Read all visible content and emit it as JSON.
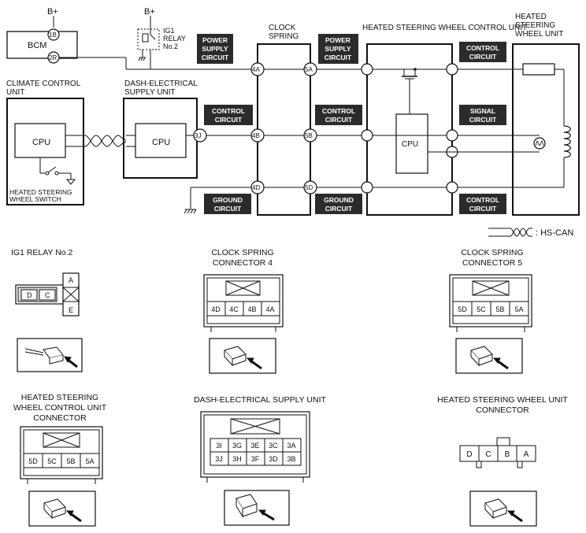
{
  "schematic": {
    "b_plus": "B+",
    "bcm": {
      "label": "BCM",
      "pin_top": "1B",
      "pin_bottom": "2R"
    },
    "ig1_relay": {
      "line1": "IG1",
      "line2": "RELAY",
      "line3": "No.2"
    },
    "clock_spring": {
      "line1": "CLOCK",
      "line2": "SPRING",
      "pins": [
        "4A",
        "4B",
        "4D",
        "5A",
        "5B",
        "5D"
      ]
    },
    "hswcu": {
      "title": "HEATED STEERING WHEEL CONTROL UNIT",
      "cpu": "CPU"
    },
    "hswu": {
      "line1": "HEATED",
      "line2": "STEERING",
      "line3": "WHEEL UNIT"
    },
    "climate": {
      "line1": "CLIMATE CONTROL",
      "line2": "UNIT",
      "cpu": "CPU",
      "switch1": "HEATED STEERING",
      "switch2": "WHEEL SWITCH"
    },
    "dash": {
      "line1": "DASH-ELECTRICAL",
      "line2": "SUPPLY UNIT",
      "cpu": "CPU",
      "pin": "3J"
    },
    "tags": {
      "power1_a": "POWER",
      "power1_b": "SUPPLY",
      "power1_c": "CIRCUIT",
      "power2_a": "POWER",
      "power2_b": "SUPPLY",
      "power2_c": "CIRCUIT",
      "control1_a": "CONTROL",
      "control1_b": "CIRCUIT",
      "control2_a": "CONTROL",
      "control2_b": "CIRCUIT",
      "control3_a": "CONTROL",
      "control3_b": "CIRCUIT",
      "control4_a": "CONTROL",
      "control4_b": "CIRCUIT",
      "signal_a": "SIGNAL",
      "signal_b": "CIRCUIT",
      "ground1_a": "GROUND",
      "ground1_b": "CIRCUIT",
      "ground2_a": "GROUND",
      "ground2_b": "CIRCUIT"
    },
    "legend": ": HS-CAN"
  },
  "connectors": {
    "ig1": {
      "title": "IG1 RELAY No.2",
      "pins": [
        "D",
        "C",
        "A",
        "E"
      ]
    },
    "cs4": {
      "title1": "CLOCK SPRING",
      "title2": "CONNECTOR 4",
      "pins": [
        "4D",
        "4C",
        "4B",
        "4A"
      ]
    },
    "cs5": {
      "title1": "CLOCK SPRING",
      "title2": "CONNECTOR 5",
      "pins": [
        "5D",
        "5C",
        "5B",
        "5A"
      ]
    },
    "hswcu": {
      "title1": "HEATED STEERING",
      "title2": "WHEEL CONTROL UNIT",
      "title3": "CONNECTOR",
      "pins": [
        "5D",
        "5C",
        "5B",
        "5A"
      ]
    },
    "dash": {
      "title": "DASH-ELECTRICAL SUPPLY UNIT",
      "row1": [
        "3I",
        "3G",
        "3E",
        "3C",
        "3A"
      ],
      "row2": [
        "3J",
        "3H",
        "3F",
        "3D",
        "3B"
      ]
    },
    "hswu": {
      "title1": "HEATED STEERING WHEEL UNIT",
      "title2": "CONNECTOR",
      "pins": [
        "D",
        "C",
        "B",
        "A"
      ]
    }
  }
}
